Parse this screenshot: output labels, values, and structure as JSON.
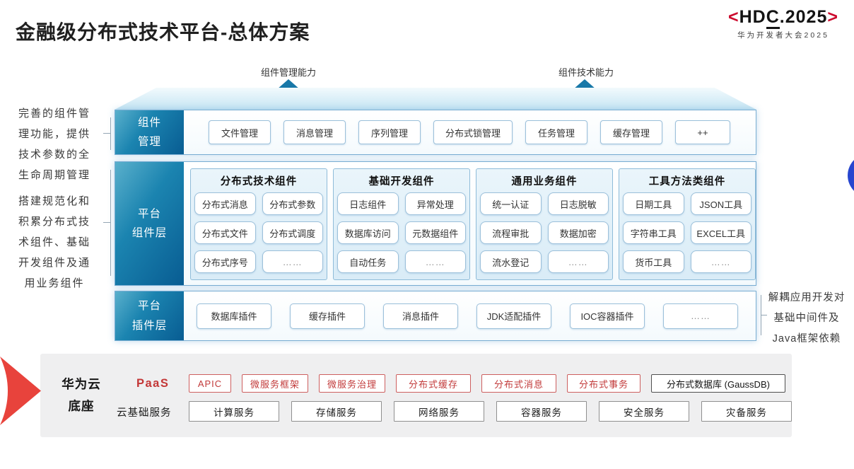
{
  "title": "金融级分布式技术平台-总体方案",
  "logo": {
    "open": "<",
    "close": ">",
    "name_pre": "HD",
    "name_c": "C",
    "name_post": ".2025",
    "subtitle": "华为开发者大会2025"
  },
  "capability_arrows": [
    {
      "label": "组件管理能力"
    },
    {
      "label": "组件技术能力"
    }
  ],
  "annotations": {
    "left_top": "完善的组件管理功能，提供技术参数的全生命周期管理",
    "left_bottom": "搭建规范化和积累分布式技术组件、基础开发组件及通用业务组件",
    "right": "解耦应用开发对基础中间件及Java框架依赖"
  },
  "layers": {
    "management": {
      "label": "组件\n管理",
      "items": [
        "文件管理",
        "消息管理",
        "序列管理",
        "分布式锁管理",
        "任务管理",
        "缓存管理",
        "++"
      ]
    },
    "platform_components": {
      "label": "平台\n组件层",
      "groups": [
        {
          "title": "分布式技术组件",
          "items": [
            "分布式消息",
            "分布式参数",
            "分布式文件",
            "分布式调度",
            "分布式序号",
            "……"
          ]
        },
        {
          "title": "基础开发组件",
          "items": [
            "日志组件",
            "异常处理",
            "数据库访问",
            "元数据组件",
            "自动任务",
            "……"
          ]
        },
        {
          "title": "通用业务组件",
          "items": [
            "统一认证",
            "日志脱敏",
            "流程审批",
            "数据加密",
            "流水登记",
            "……"
          ]
        },
        {
          "title": "工具方法类组件",
          "items": [
            "日期工具",
            "JSON工具",
            "字符串工具",
            "EXCEL工具",
            "货币工具",
            "……"
          ]
        }
      ]
    },
    "platform_plugins": {
      "label": "平台\n插件层",
      "items": [
        "数据库插件",
        "缓存插件",
        "消息插件",
        "JDK适配插件",
        "IOC容器插件",
        "……"
      ]
    }
  },
  "foundation": {
    "label": "华为云\n底座",
    "paas": {
      "label": "PaaS",
      "items": [
        "APIC",
        "微服务框架",
        "微服务治理",
        "分布式缓存",
        "分布式消息",
        "分布式事务"
      ],
      "highlight": "分布式数据库 (GaussDB)"
    },
    "cloud_base": {
      "label": "云基础服务",
      "items": [
        "计算服务",
        "存储服务",
        "网络服务",
        "容器服务",
        "安全服务",
        "灾备服务"
      ]
    }
  },
  "colors": {
    "layer_label_gradient_start": "#5ab0cc",
    "layer_label_gradient_end": "#085c92",
    "capability_arrow_teal": "#1878a8",
    "box_border_blue": "#9cc0da",
    "paas_red": "#c23a3a",
    "hdc_red": "#cc0a2d",
    "foundation_bg": "#efeff0",
    "red_arrow": "#e8433c",
    "accent_circle_blue": "#2746cf"
  }
}
